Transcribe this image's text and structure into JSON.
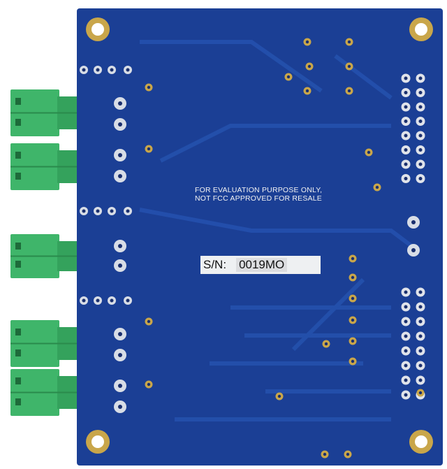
{
  "board": {
    "silkscreen_line1": "FOR EVALUATION PURPOSE ONLY,",
    "silkscreen_line2": "NOT FCC APPROVED FOR RESALE",
    "serial_label": "S/N:",
    "serial_value": "0019MO"
  },
  "colors": {
    "pcb": "#1b3f95",
    "trace": "#2452ad",
    "connector": "#3fb56a",
    "gold": "#c9a64a"
  }
}
